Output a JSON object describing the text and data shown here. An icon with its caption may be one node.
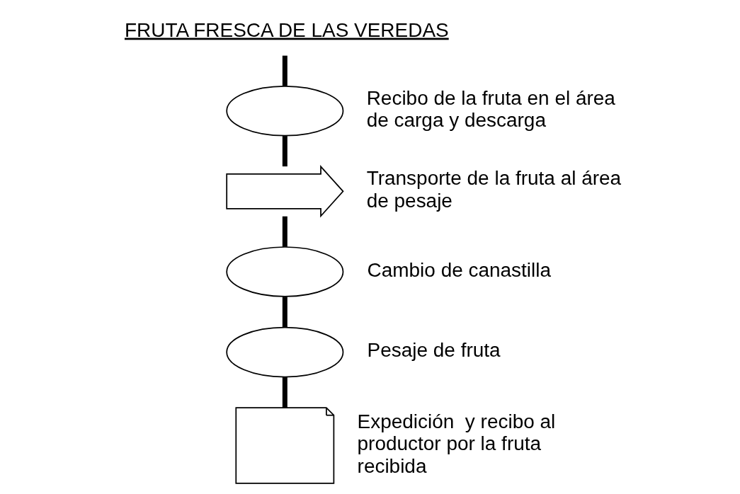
{
  "diagram": {
    "nodes": [
      {
        "text": [
          "FRUTA FRESCA DE LAS VEREDAS"
        ]
      },
      {
        "text": [],
        "shape": "ellipse",
        "beside": [
          "Recibo de la fruta en el área de carga y descarga"
        ]
      },
      {
        "text": [],
        "shape": "arrow",
        "beside": [
          "Transporte de la fruta al área de pesaje"
        ]
      },
      {
        "text": [],
        "shape": "ellipse",
        "beside": [
          "Cambio de canastilla"
        ]
      },
      {
        "text": [],
        "shape": "ellipse",
        "beside": [
          "Pesaje de fruta"
        ]
      },
      {
        "text": [],
        "shape": "document",
        "beside": [
          "Expedición  y recibo al productor por la fruta recibida"
        ]
      }
    ],
    "edges": [
      {
        "from": 0,
        "to": 1,
        "arrow": "none"
      },
      {
        "from": 1,
        "to": 2,
        "arrow": "none"
      },
      {
        "from": 2,
        "to": 3,
        "arrow": "none"
      },
      {
        "from": 3,
        "to": 4,
        "arrow": "none"
      },
      {
        "from": 4,
        "to": 5,
        "arrow": "none"
      }
    ]
  }
}
